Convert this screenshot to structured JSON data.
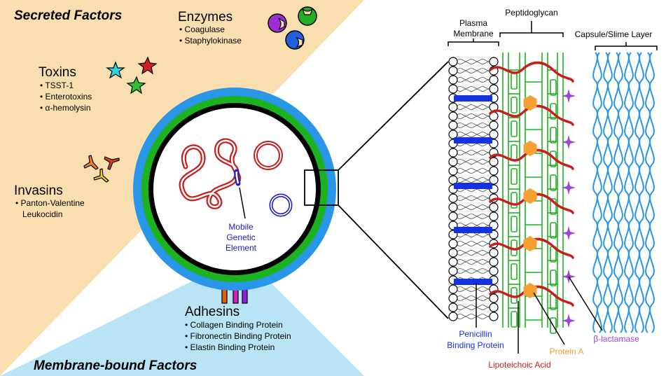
{
  "colors": {
    "secreted_bg": "#f9dfb0",
    "membrane_bg": "#b9e4f5",
    "capsule": "#2a96e8",
    "cell_wall": "#1db320",
    "membrane_ring": "#000000",
    "dna": "#d91e1e",
    "plasmid_blue": "#2020c0",
    "pbp": "#1432e0",
    "lipoteichoic": "#c81e1e",
    "protein_a": "#f5a030",
    "beta_lactamase": "#9b45e0"
  },
  "sections": {
    "secreted_title": "Secreted Factors",
    "membrane_title": "Membrane-bound Factors"
  },
  "enzymes": {
    "title": "Enzymes",
    "items": [
      "• Coagulase",
      "• Staphylokinase"
    ]
  },
  "toxins": {
    "title": "Toxins",
    "items": [
      "• TSST-1",
      "• Enterotoxins",
      "• α-hemolysin"
    ]
  },
  "invasins": {
    "title": "Invasins",
    "items": [
      "• Panton-Valentine",
      "Leukocidin"
    ]
  },
  "adhesins": {
    "title": "Adhesins",
    "items": [
      "• Collagen Binding Protein",
      "• Fibronectin Binding Protein",
      "• Elastin Binding Protein"
    ]
  },
  "mge_label": [
    "Mobile",
    "Genetic",
    "Element"
  ],
  "wall_labels": {
    "plasma_membrane": [
      "Plasma",
      "Membrane"
    ],
    "peptidoglycan": "Peptidoglycan",
    "capsule": "Capsule/Slime Layer"
  },
  "component_labels": {
    "pbp": [
      "Penicillin",
      "Binding Protein"
    ],
    "lipoteichoic": "Lipoteichoic Acid",
    "protein_a": "Protein A",
    "beta_lactamase": "β-lactamase"
  }
}
